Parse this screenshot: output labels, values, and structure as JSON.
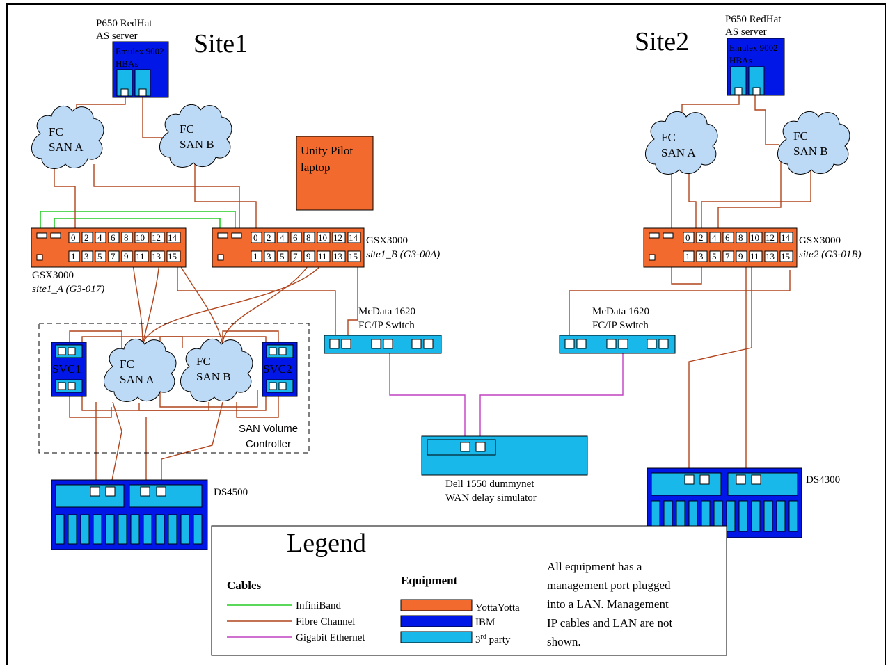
{
  "titles": {
    "site1": "Site1",
    "site2": "Site2"
  },
  "servers": {
    "site1": {
      "line1": "P650 RedHat",
      "line2": "AS server",
      "hba1": "Emulex 9002",
      "hba2": "HBAs"
    },
    "site2": {
      "line1": "P650 RedHat",
      "line2": "AS server",
      "hba1": "Emulex 9002",
      "hba2": "HBAs"
    }
  },
  "clouds": {
    "s1a": {
      "l1": "FC",
      "l2": "SAN A"
    },
    "s1b": {
      "l1": "FC",
      "l2": "SAN B"
    },
    "s2a": {
      "l1": "FC",
      "l2": "SAN A"
    },
    "s2b": {
      "l1": "FC",
      "l2": "SAN B"
    },
    "svca": {
      "l1": "FC",
      "l2": "SAN A"
    },
    "svcb": {
      "l1": "FC",
      "l2": "SAN B"
    }
  },
  "laptop": {
    "l1": "Unity Pilot",
    "l2": "laptop"
  },
  "switches": {
    "site1_a": {
      "name": "GSX3000",
      "id": "site1_A (G3-017)"
    },
    "site1_b": {
      "name": "GSX3000",
      "id": "site1_B (G3-00A)"
    },
    "site2": {
      "name": "GSX3000",
      "id": "site2 (G3-01B)"
    },
    "ports_top": [
      "0",
      "2",
      "4",
      "6",
      "8",
      "10",
      "12",
      "14"
    ],
    "ports_bottom": [
      "1",
      "3",
      "5",
      "7",
      "9",
      "11",
      "13",
      "15"
    ]
  },
  "mcdata": {
    "left": {
      "l1": "McData 1620",
      "l2": "FC/IP Switch"
    },
    "right": {
      "l1": "McData 1620",
      "l2": "FC/IP Switch"
    }
  },
  "svc": {
    "svc1": "SVC1",
    "svc2": "SVC2",
    "label1": "SAN Volume",
    "label2": "Controller"
  },
  "storage": {
    "ds4500": "DS4500",
    "ds4300": "DS4300"
  },
  "dell": {
    "l1": "Dell 1550 dummynet",
    "l2": "WAN delay simulator"
  },
  "legend": {
    "title": "Legend",
    "cables_title": "Cables",
    "cables": [
      "InfiniBand",
      "Fibre Channel",
      "Gigabit Ethernet"
    ],
    "equipment_title": "Equipment",
    "equipment": [
      "YottaYotta",
      "IBM"
    ],
    "third_num": "3",
    "third_sup": "rd",
    "third_rest": " party",
    "note": [
      "All equipment has a",
      "management port plugged",
      "into a LAN. Management",
      "IP cables and LAN are not",
      "shown."
    ]
  },
  "colors": {
    "infiniband": "#22cc22",
    "fibre_channel": "#b0441c",
    "gigabit_ethernet": "#c040c0",
    "yottayotta": "#f26a2e",
    "ibm": "#0017e8",
    "third_party": "#19b8ea"
  }
}
